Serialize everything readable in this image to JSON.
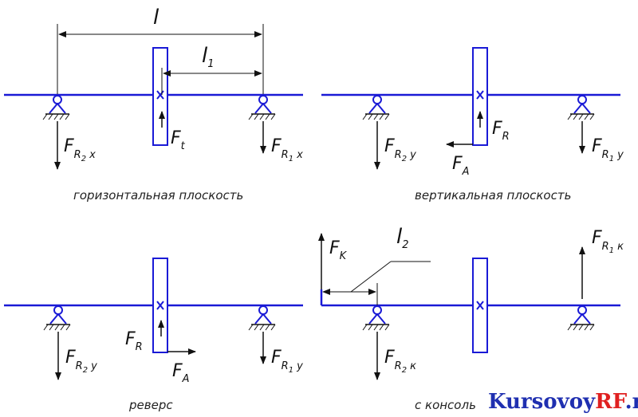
{
  "dimensions": {
    "l": "l",
    "l1": "1",
    "l2": "2"
  },
  "panels": {
    "horizontal": {
      "caption": "горизонтальная плоскость",
      "force_left": {
        "base": "F",
        "s1": "R",
        "s2": "2",
        "s3": "x"
      },
      "force_right": {
        "base": "F",
        "s1": "R",
        "s2": "1",
        "s3": "x"
      },
      "force_gear": {
        "base": "F",
        "s1": "t"
      }
    },
    "vertical": {
      "caption": "вертикальная плоскость",
      "force_left": {
        "base": "F",
        "s1": "R",
        "s2": "2",
        "s3": "y"
      },
      "force_right": {
        "base": "F",
        "s1": "R",
        "s2": "1",
        "s3": "y"
      },
      "force_gear_r": {
        "base": "F",
        "s1": "R"
      },
      "force_gear_a": {
        "base": "F",
        "s1": "A"
      }
    },
    "reverse": {
      "caption": "реверс",
      "force_left": {
        "base": "F",
        "s1": "R",
        "s2": "2",
        "s3": "y"
      },
      "force_right": {
        "base": "F",
        "s1": "R",
        "s2": "1",
        "s3": "y"
      },
      "force_gear_r": {
        "base": "F",
        "s1": "R"
      },
      "force_gear_a": {
        "base": "F",
        "s1": "A"
      }
    },
    "cantilever": {
      "caption": "с консоль",
      "force_k": {
        "base": "F",
        "s1": "K"
      },
      "force_left": {
        "base": "F",
        "s1": "R",
        "s2": "2",
        "s3": "к"
      },
      "force_right": {
        "base": "F",
        "s1": "R",
        "s2": "1",
        "s3": "к"
      }
    }
  },
  "watermark": {
    "part1": "Kursovoy",
    "part2": "RF",
    "part3": ".ru"
  },
  "colors": {
    "shaft": "#1a1ad6",
    "arrow": "#111111",
    "accent_red": "#e02020",
    "watermark_blue": "#1f2fb0"
  }
}
